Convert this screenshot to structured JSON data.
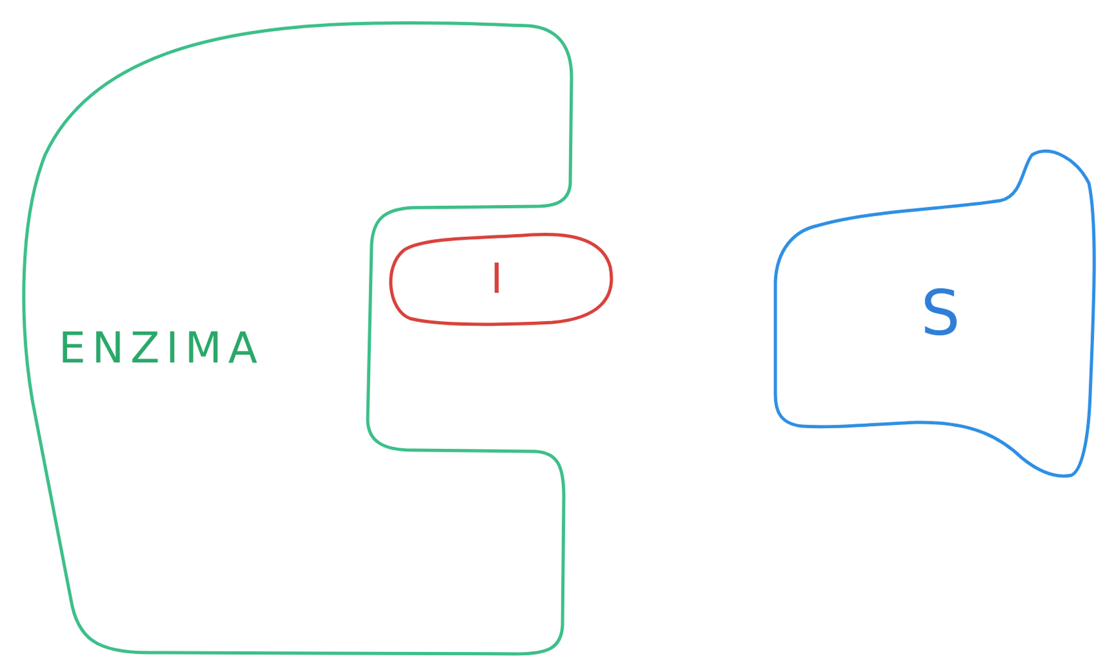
{
  "diagram": {
    "nodes": [
      {
        "text": [
          "ENZIMA"
        ]
      },
      {
        "text": [
          "I"
        ]
      },
      {
        "text": [
          "S"
        ]
      }
    ]
  }
}
